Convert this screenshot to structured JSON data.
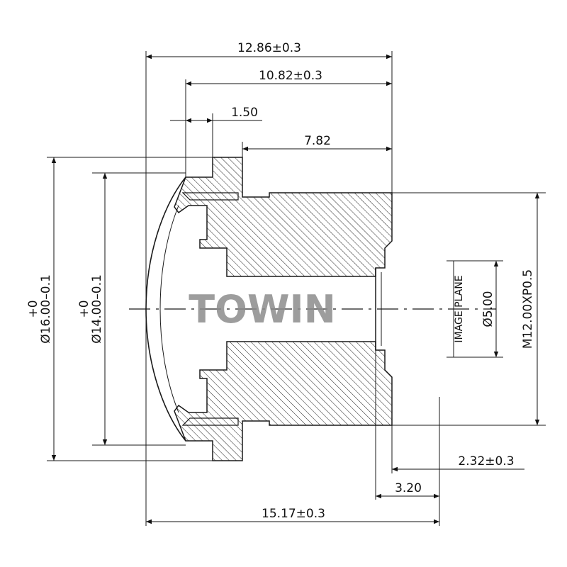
{
  "watermark": "TOWIN",
  "dimensions": {
    "overall_top": "12.86±0.3",
    "second_top": "10.82±0.3",
    "flange": "1.50",
    "barrel_length": "7.82",
    "outer_diameter_tol": "+0",
    "outer_diameter": "Ø16.00–0.1",
    "inner_diameter_tol": "+0",
    "inner_diameter": "Ø14.00–0.1",
    "image_plane": "IMAGE PLANE",
    "image_diameter": "Ø5.00",
    "thread": "M12.00XP0.5",
    "back_focal": "2.32±0.3",
    "flange_focal": "3.20",
    "overall_bottom": "15.17±0.3"
  },
  "colors": {
    "line": "#1a1a1a",
    "hatch": "#222222",
    "watermark": "#8c8c8c"
  }
}
